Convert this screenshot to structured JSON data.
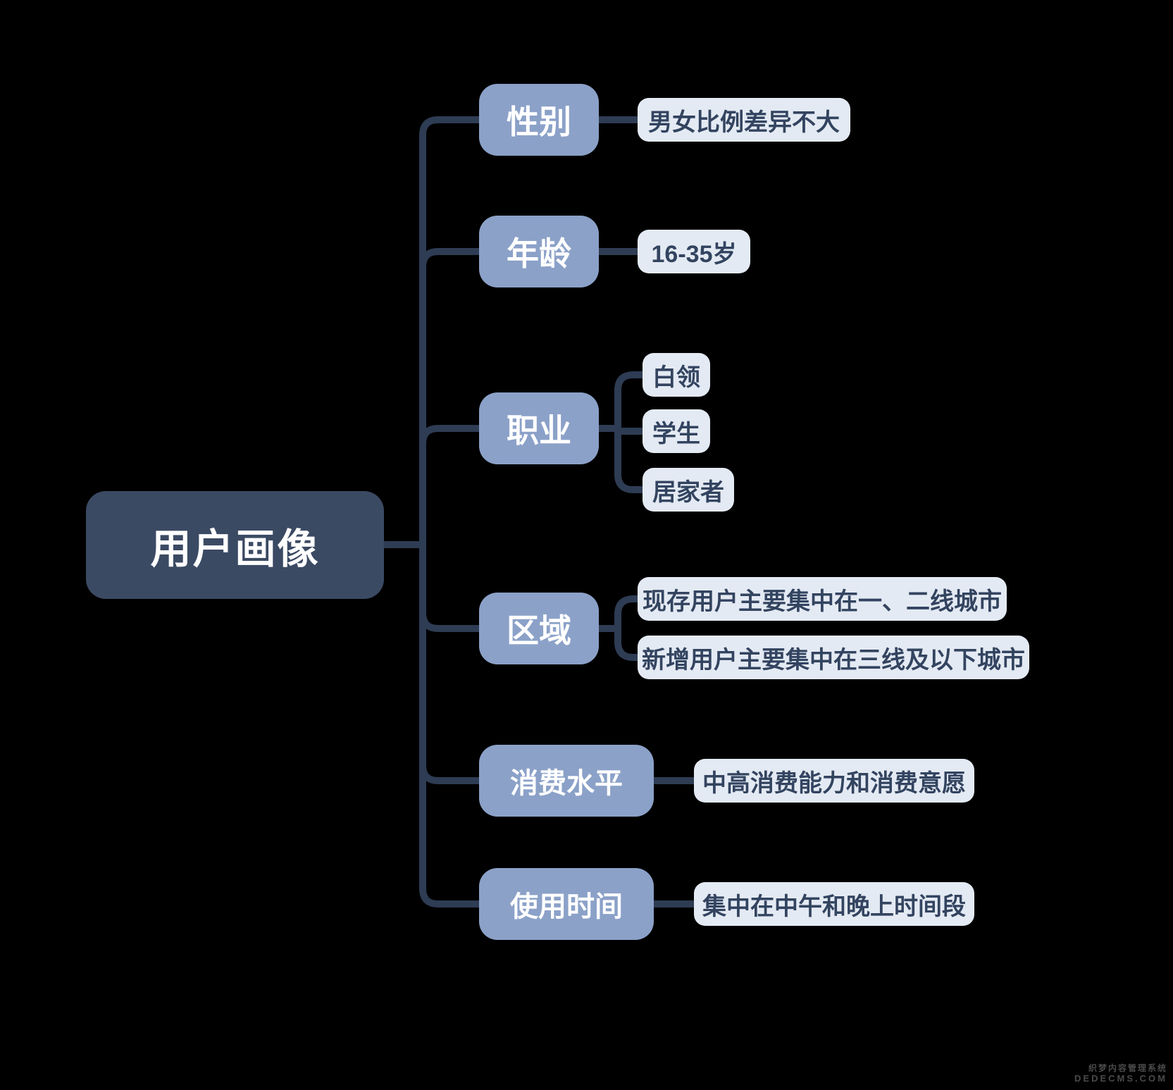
{
  "title": {
    "label": "用户画像"
  },
  "branches": [
    {
      "label": "性别",
      "children": [
        "男女比例差异不大"
      ]
    },
    {
      "label": "年龄",
      "children": [
        "16-35岁"
      ]
    },
    {
      "label": "职业",
      "children": [
        "白领",
        "学生",
        "居家者"
      ]
    },
    {
      "label": "区域",
      "children": [
        "现存用户主要集中在一、二线城市",
        "新增用户主要集中在三线及以下城市"
      ]
    },
    {
      "label": "消费水平",
      "children": [
        "中高消费能力和消费意愿"
      ]
    },
    {
      "label": "使用时间",
      "children": [
        "集中在中午和晚上时间段"
      ]
    }
  ],
  "watermark": {
    "line1": "织梦内容管理系统",
    "line2": "DEDECMS.COM"
  },
  "colors": {
    "bg": "#000000",
    "central-bg": "#3b4a63",
    "central-text": "#ffffff",
    "branch-bg": "#8ba1c8",
    "branch-text": "#ffffff",
    "leaf-bg": "#e4eaf3",
    "leaf-text": "#334460",
    "line": "#2e3c54",
    "watermark": "#4a4a4a"
  }
}
